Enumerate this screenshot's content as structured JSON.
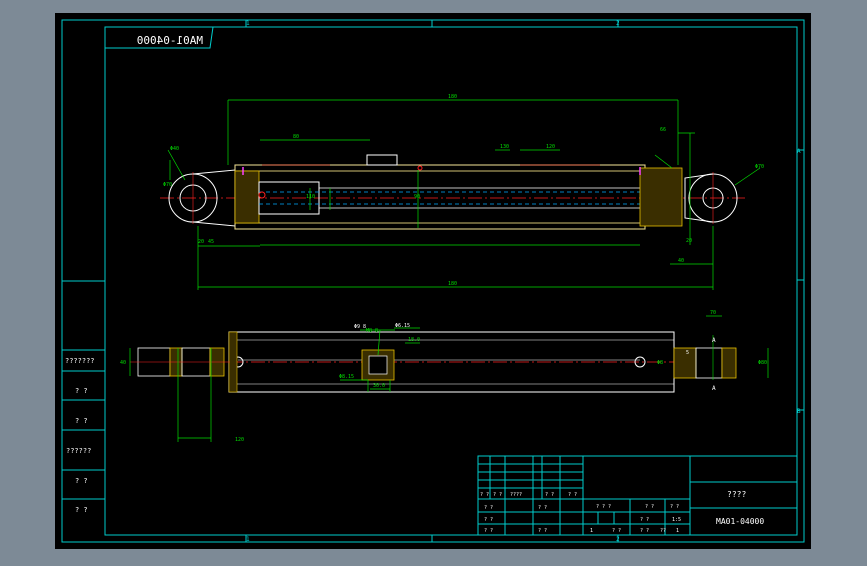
{
  "drawing": {
    "number_mirrored": "MA01-04000",
    "zone_cols": [
      "1",
      "2"
    ],
    "zone_rows": [
      "A",
      "B"
    ],
    "assembly": {
      "dims": [
        "20",
        "40",
        "45",
        "66",
        "80",
        "90",
        "110",
        "120",
        "130",
        "180",
        "20",
        "180"
      ],
      "callouts": [
        "Φ40",
        "Φ70",
        "Φ70"
      ]
    },
    "detail": {
      "callouts": [
        "Φ9 8",
        "Φ6.15",
        "M8 8",
        "18.0",
        "Φ8.15",
        "30.0",
        "5"
      ],
      "section_marks": [
        "A",
        "A"
      ],
      "dims": [
        "40",
        "120",
        "70",
        "Φ80",
        "Φ8"
      ]
    }
  },
  "left_panel": {
    "rows": [
      "???????",
      "? ?",
      "? ?",
      "??????",
      "? ?",
      "? ?"
    ]
  },
  "title_block": {
    "title": "????",
    "number": "MA01-04000",
    "cells": [
      "? ?",
      "? ?",
      "????",
      "? ?",
      "? ?",
      "? ?",
      "? ?",
      "? ?",
      "? ?",
      "? ? ?",
      "? ?",
      "? ?",
      "? ?",
      "1:5",
      "? ?",
      "1",
      "? ?",
      "? ?",
      "??",
      "1"
    ]
  },
  "colors": {
    "background": "#7d8a96",
    "paper": "#000000",
    "frame": "#00cccc",
    "lines": "#ffffff",
    "dimensions": "#00dd00",
    "centerlines": "#ff2020",
    "hidden": "#00aaff",
    "hatch": "#e8c000",
    "magenta": "#ff40ff"
  }
}
